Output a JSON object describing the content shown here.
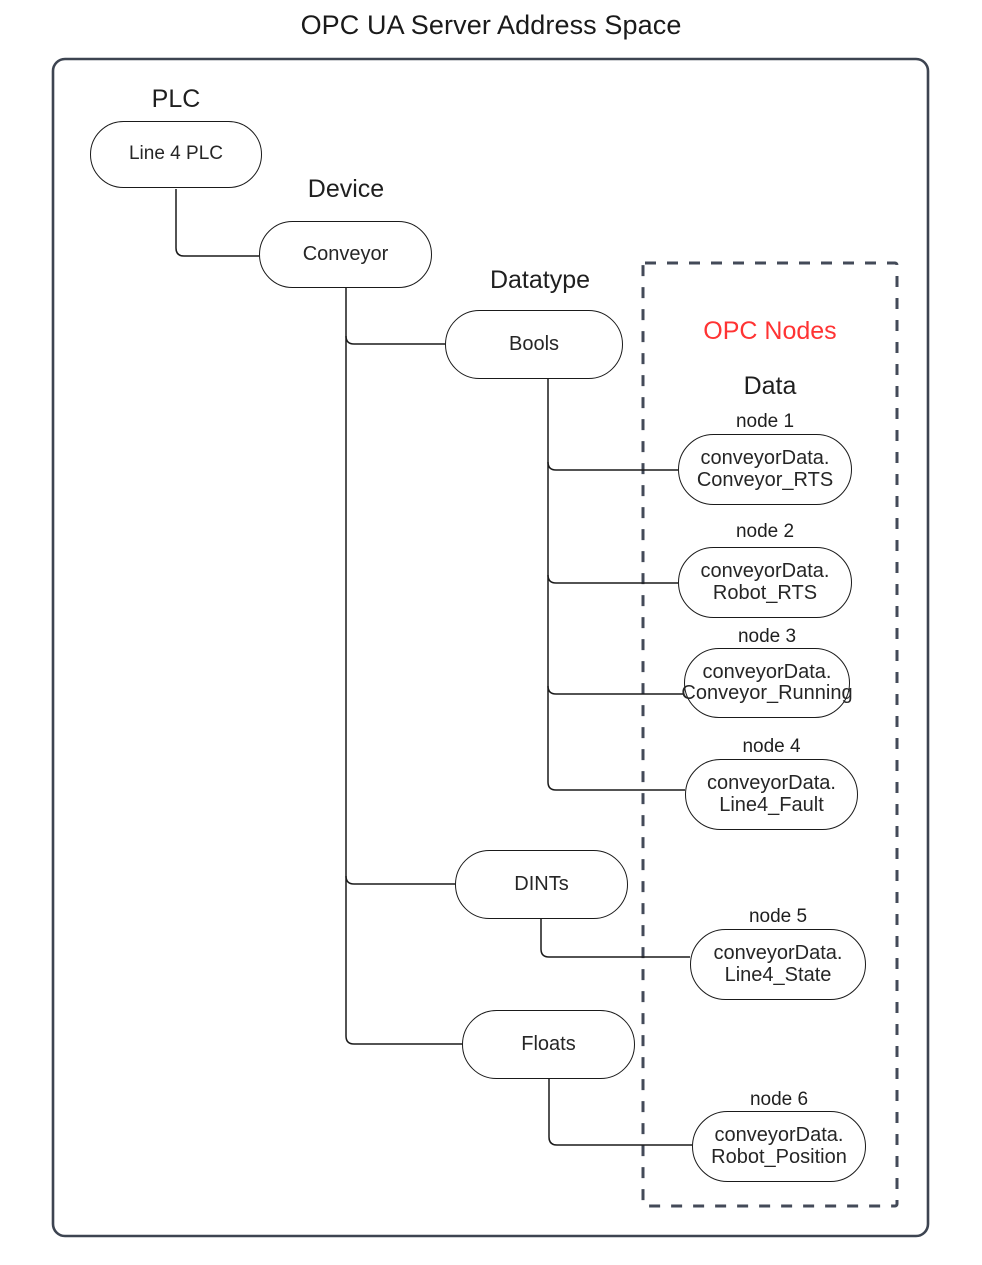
{
  "title": "OPC UA Server Address Space",
  "colors": {
    "outer_border": "#3d4451",
    "dashed_border": "#434a58",
    "node_border": "#1a1a1a",
    "text": "#262626",
    "accent_red": "#ff3333",
    "background": "#ffffff"
  },
  "containers": {
    "outer": {
      "label": ""
    },
    "dashed": {
      "title": "OPC Nodes",
      "subtitle": "Data"
    }
  },
  "hierarchy": {
    "plc": {
      "group_label": "PLC",
      "name": "Line 4 PLC"
    },
    "device": {
      "group_label": "Device",
      "name": "Conveyor"
    },
    "datatype": {
      "group_label": "Datatype",
      "items": [
        {
          "name": "Bools"
        },
        {
          "name": "DINTs"
        },
        {
          "name": "Floats"
        }
      ]
    }
  },
  "opc_nodes": [
    {
      "label": "node 1",
      "line1": "conveyorData.",
      "line2": "Conveyor_RTS",
      "parent": "Bools"
    },
    {
      "label": "node 2",
      "line1": "conveyorData.",
      "line2": "Robot_RTS",
      "parent": "Bools"
    },
    {
      "label": "node 3",
      "line1": "conveyorData.",
      "line2": "Conveyor_Running",
      "parent": "Bools"
    },
    {
      "label": "node 4",
      "line1": "conveyorData.",
      "line2": "Line4_Fault",
      "parent": "Bools"
    },
    {
      "label": "node 5",
      "line1": "conveyorData.",
      "line2": "Line4_State",
      "parent": "DINTs"
    },
    {
      "label": "node 6",
      "line1": "conveyorData.",
      "line2": "Robot_Position",
      "parent": "Floats"
    }
  ]
}
